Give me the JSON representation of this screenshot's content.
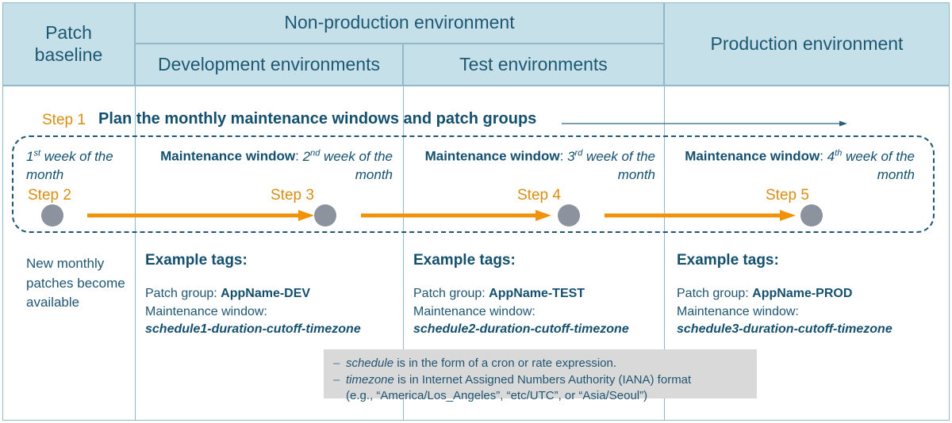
{
  "header": {
    "patch_baseline": "Patch\nbaseline",
    "patch_baseline_line1": "Patch",
    "patch_baseline_line2": "baseline",
    "non_production": "Non-production environment",
    "development": "Development environments",
    "test": "Test environments",
    "production": "Production environment"
  },
  "step1": {
    "label": "Step 1",
    "title": "Plan the monthly maintenance windows and patch groups",
    "arrow": "long-right-arrow"
  },
  "maintenance_windows": [
    {
      "label": "",
      "value_pre": "1",
      "value_sup": "st",
      "value_post": " week of the month",
      "full": "1st week of the month"
    },
    {
      "label": "Maintenance  window",
      "value_pre": "2",
      "value_sup": "nd",
      "value_post": " week of the month",
      "full": "Maintenance window: 2nd week of the month"
    },
    {
      "label": "Maintenance  window",
      "value_pre": "3",
      "value_sup": "rd",
      "value_post": " week of the month",
      "full": "Maintenance window: 3rd week of the month"
    },
    {
      "label": "Maintenance  window",
      "value_pre": "4",
      "value_sup": "th",
      "value_post": " week of the month",
      "full": "Maintenance window: 4th week of the month"
    }
  ],
  "steps": [
    {
      "label": "Step 2"
    },
    {
      "label": "Step 3"
    },
    {
      "label": "Step 4"
    },
    {
      "label": "Step 5"
    }
  ],
  "baseline_note": "New monthly patches become available",
  "tag_groups": [
    {
      "heading": "Example tags:",
      "patch_group_label": "Patch group: ",
      "patch_group_value": "AppName-DEV",
      "mw_label": "Maintenance window:",
      "mw_value": "schedule1-duration-cutoff-timezone"
    },
    {
      "heading": "Example tags:",
      "patch_group_label": "Patch group: ",
      "patch_group_value": "AppName-TEST",
      "mw_label": "Maintenance window:",
      "mw_value": "schedule2-duration-cutoff-timezone"
    },
    {
      "heading": "Example tags:",
      "patch_group_label": "Patch group: ",
      "patch_group_value": "AppName-PROD",
      "mw_label": "Maintenance window:",
      "mw_value": "schedule3-duration-cutoff-timezone"
    }
  ],
  "footnote": {
    "bullet": "–",
    "line1_term": "schedule",
    "line1_rest": " is in the form of a cron or rate expression.",
    "line2_term": "timezone",
    "line2_rest": " is in Internet Assigned Numbers Authority (IANA) format",
    "line3": "(e.g., “America/Los_Angeles”,  “etc/UTC”, or “Asia/Seoul”)"
  },
  "colors": {
    "header_bg": "#c6e0ea",
    "header_border": "#8fb9c9",
    "text_blue": "#14506e",
    "body_text": "#1f5571",
    "accent_orange": "#d98e12",
    "arrow_orange": "#f0920a",
    "node_gray": "#8c939e",
    "footnote_bg": "#d9d9d9",
    "dashed_border": "#1d5676"
  }
}
